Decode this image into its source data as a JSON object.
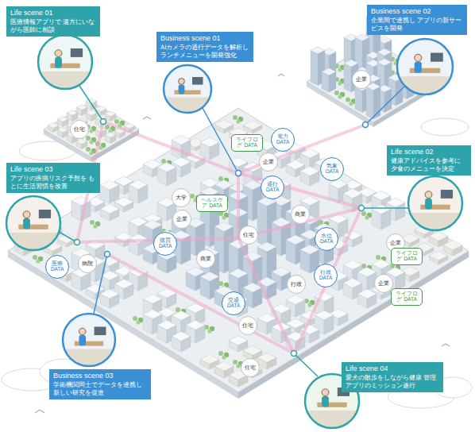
{
  "diagram": {
    "nodes": [
      {
        "text": [
          "Life scene 01",
          "医療情報アプリで 遠方にいながら医師に相談"
        ]
      },
      {
        "text": [
          "Business scene 01",
          "AIカメラの通行データを解析し ランチメニューを開発強化"
        ]
      },
      {
        "text": [
          "Business scene 02",
          "企業間で連携し アプリの新サービスを開発"
        ]
      },
      {
        "text": [
          "Life scene 02",
          "健康アドバイスを参考に 夕食のメニューを決定"
        ]
      },
      {
        "text": [
          "Life scene 03",
          "アプリの疾病リスク予想を もとに生活習慣を改善"
        ]
      },
      {
        "text": [
          "Business scene 03",
          "学術機関同士でデータを連携し 新しい研究を促進"
        ]
      },
      {
        "text": [
          "Life scene 04",
          "愛犬の散歩をしながら健康 管理アプリのミッション遂行"
        ]
      },
      {
        "text": [
          "企業"
        ]
      },
      {
        "text": [
          "住宅"
        ]
      },
      {
        "text": [
          "企業"
        ]
      },
      {
        "text": [
          "大学"
        ]
      },
      {
        "text": [
          "企業"
        ]
      },
      {
        "text": [
          "商業"
        ]
      },
      {
        "text": [
          "住宅"
        ]
      },
      {
        "text": [
          "企業"
        ]
      },
      {
        "text": [
          "病院"
        ]
      },
      {
        "text": [
          "商業"
        ]
      },
      {
        "text": [
          "行政"
        ]
      },
      {
        "text": [
          "企業"
        ]
      },
      {
        "text": [
          "住宅"
        ]
      },
      {
        "text": [
          "住宅"
        ]
      },
      {
        "text": [
          "ライフログ DATA"
        ]
      },
      {
        "text": [
          "電力 DATA"
        ]
      },
      {
        "text": [
          "気象 DATA"
        ]
      },
      {
        "text": [
          "通行 DATA"
        ]
      },
      {
        "text": [
          "ヘルスケア DATA"
        ]
      },
      {
        "text": [
          "水位 DATA"
        ]
      },
      {
        "text": [
          "購買 DATA"
        ]
      },
      {
        "text": [
          "医療 DATA"
        ]
      },
      {
        "text": [
          "行政 DATA"
        ]
      },
      {
        "text": [
          "交通 DATA"
        ]
      },
      {
        "text": [
          "ライフログ DATA"
        ]
      },
      {
        "text": [
          "ライフログ DATA"
        ]
      }
    ]
  }
}
